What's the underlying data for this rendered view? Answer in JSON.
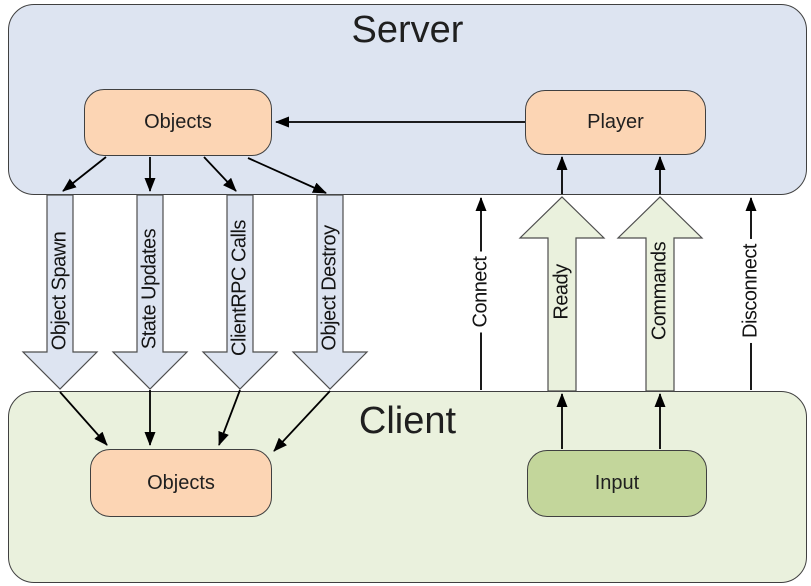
{
  "server": {
    "title": "Server",
    "nodes": {
      "objects": "Objects",
      "player": "Player"
    }
  },
  "client": {
    "title": "Client",
    "nodes": {
      "objects": "Objects",
      "input": "Input"
    }
  },
  "server_to_client_flows": [
    {
      "label": "Object Spawn",
      "type": "block-arrow-down"
    },
    {
      "label": "State Updates",
      "type": "block-arrow-down"
    },
    {
      "label": "ClientRPC Calls",
      "type": "block-arrow-down"
    },
    {
      "label": "Object Destroy",
      "type": "block-arrow-down"
    }
  ],
  "client_to_server_flows": [
    {
      "label": "Connect",
      "type": "thin-arrow-up"
    },
    {
      "label": "Ready",
      "type": "block-arrow-up"
    },
    {
      "label": "Commands",
      "type": "block-arrow-up"
    },
    {
      "label": "Disconnect",
      "type": "thin-arrow-up"
    }
  ],
  "edges": [
    "Player -> Objects (server)",
    "Objects (server) -> Object Spawn / State Updates / ClientRPC Calls / Object Destroy",
    "Object Spawn / State Updates / ClientRPC Calls / Object Destroy -> Objects (client)",
    "Input -> Ready",
    "Input -> Commands",
    "Ready -> Player",
    "Commands -> Player",
    "Connect: Client -> Server",
    "Disconnect: Client -> Server"
  ],
  "colors": {
    "server_fill": "#dde4f1",
    "client_fill": "#eaf1dd",
    "object_node_fill": "#fcd5b4",
    "input_node_fill": "#c3d69b",
    "down_arrow_fill": "#dde4f1",
    "up_arrow_fill": "#eaf1dd",
    "shape_border": "#404040",
    "block_arrow_border": "#4d4d4d",
    "arrow_line": "#000000",
    "text": "#1f1f1f"
  }
}
